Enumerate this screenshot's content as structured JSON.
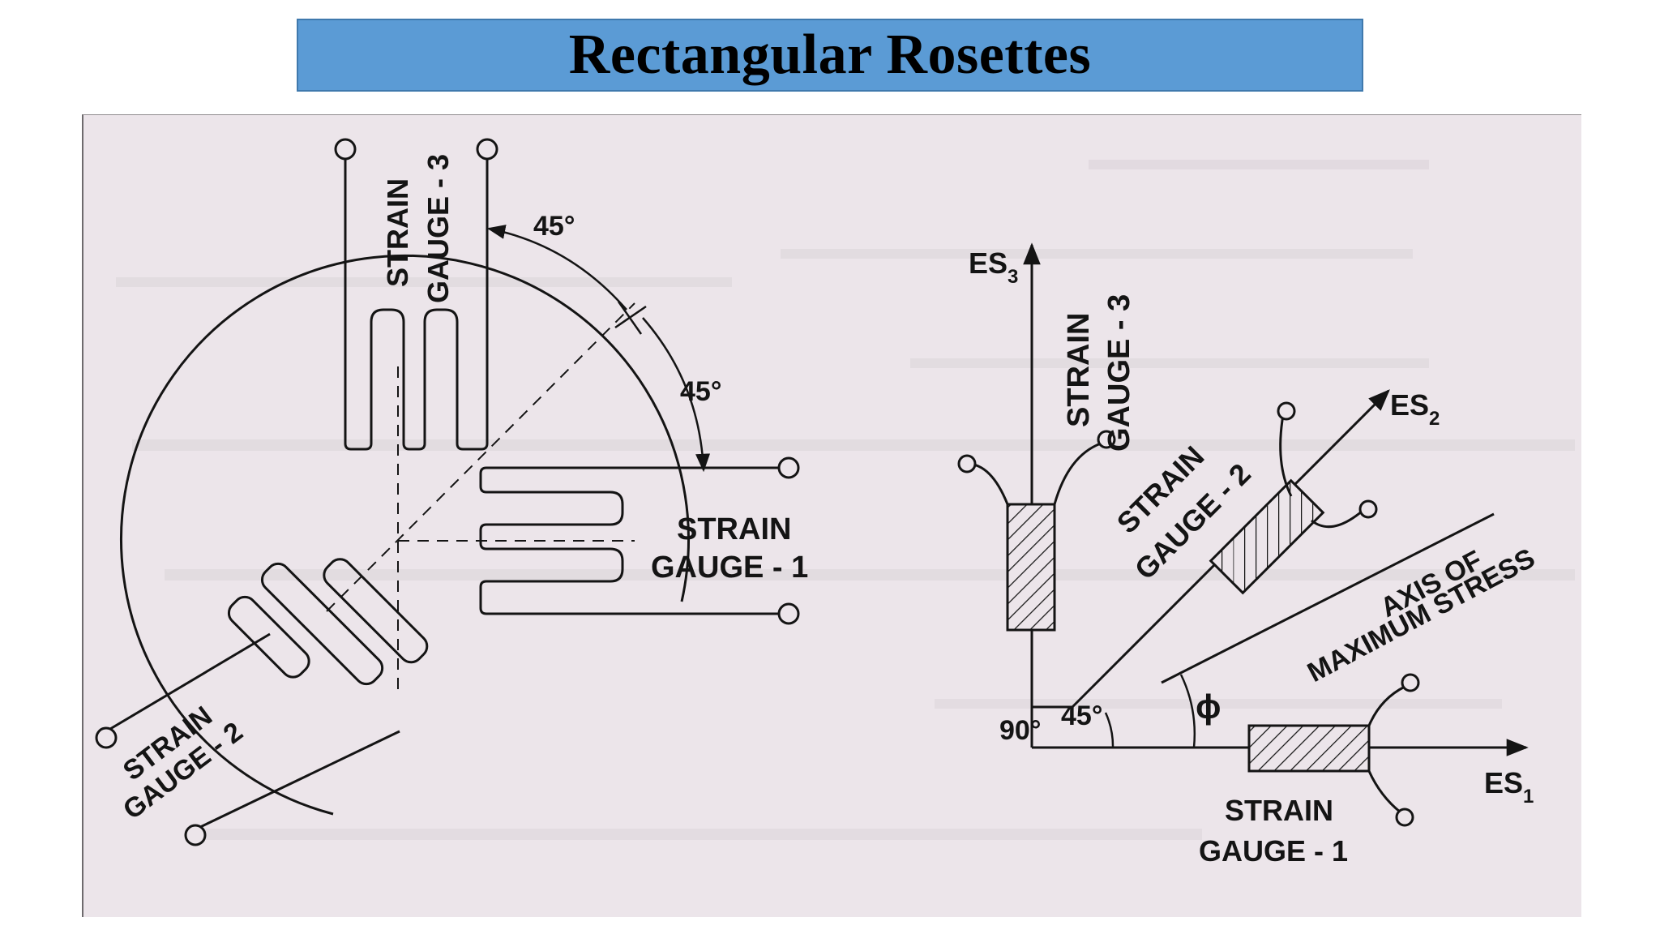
{
  "title": "Rectangular Rosettes",
  "diagram": {
    "left_figure": {
      "gauge_3_label_line1": "STRAIN",
      "gauge_3_label_line2": "GAUGE - 3",
      "gauge_1_label_line1": "STRAIN",
      "gauge_1_label_line2": "GAUGE - 1",
      "gauge_2_label_line1": "STRAIN",
      "gauge_2_label_line2": "GAUGE - 2",
      "angle_upper": "45°",
      "angle_lower": "45°"
    },
    "right_figure": {
      "axis_es3": "ES",
      "axis_es3_sub": "3",
      "axis_es2": "ES",
      "axis_es2_sub": "2",
      "axis_es1": "ES",
      "axis_es1_sub": "1",
      "gauge_3_label_line1": "STRAIN",
      "gauge_3_label_line2": "GAUGE - 3",
      "gauge_2_label_line1": "STRAIN",
      "gauge_2_label_line2": "GAUGE - 2",
      "gauge_1_label_line1": "STRAIN",
      "gauge_1_label_line2": "GAUGE - 1",
      "max_stress_line1": "AXIS OF",
      "max_stress_line2": "MAXIMUM STRESS",
      "angle_90": "90°",
      "angle_45": "45°",
      "angle_phi": "ϕ"
    },
    "colors": {
      "title_bar": "#5b9bd5",
      "figure_background": "#ece5ea",
      "ink": "#141414"
    }
  }
}
